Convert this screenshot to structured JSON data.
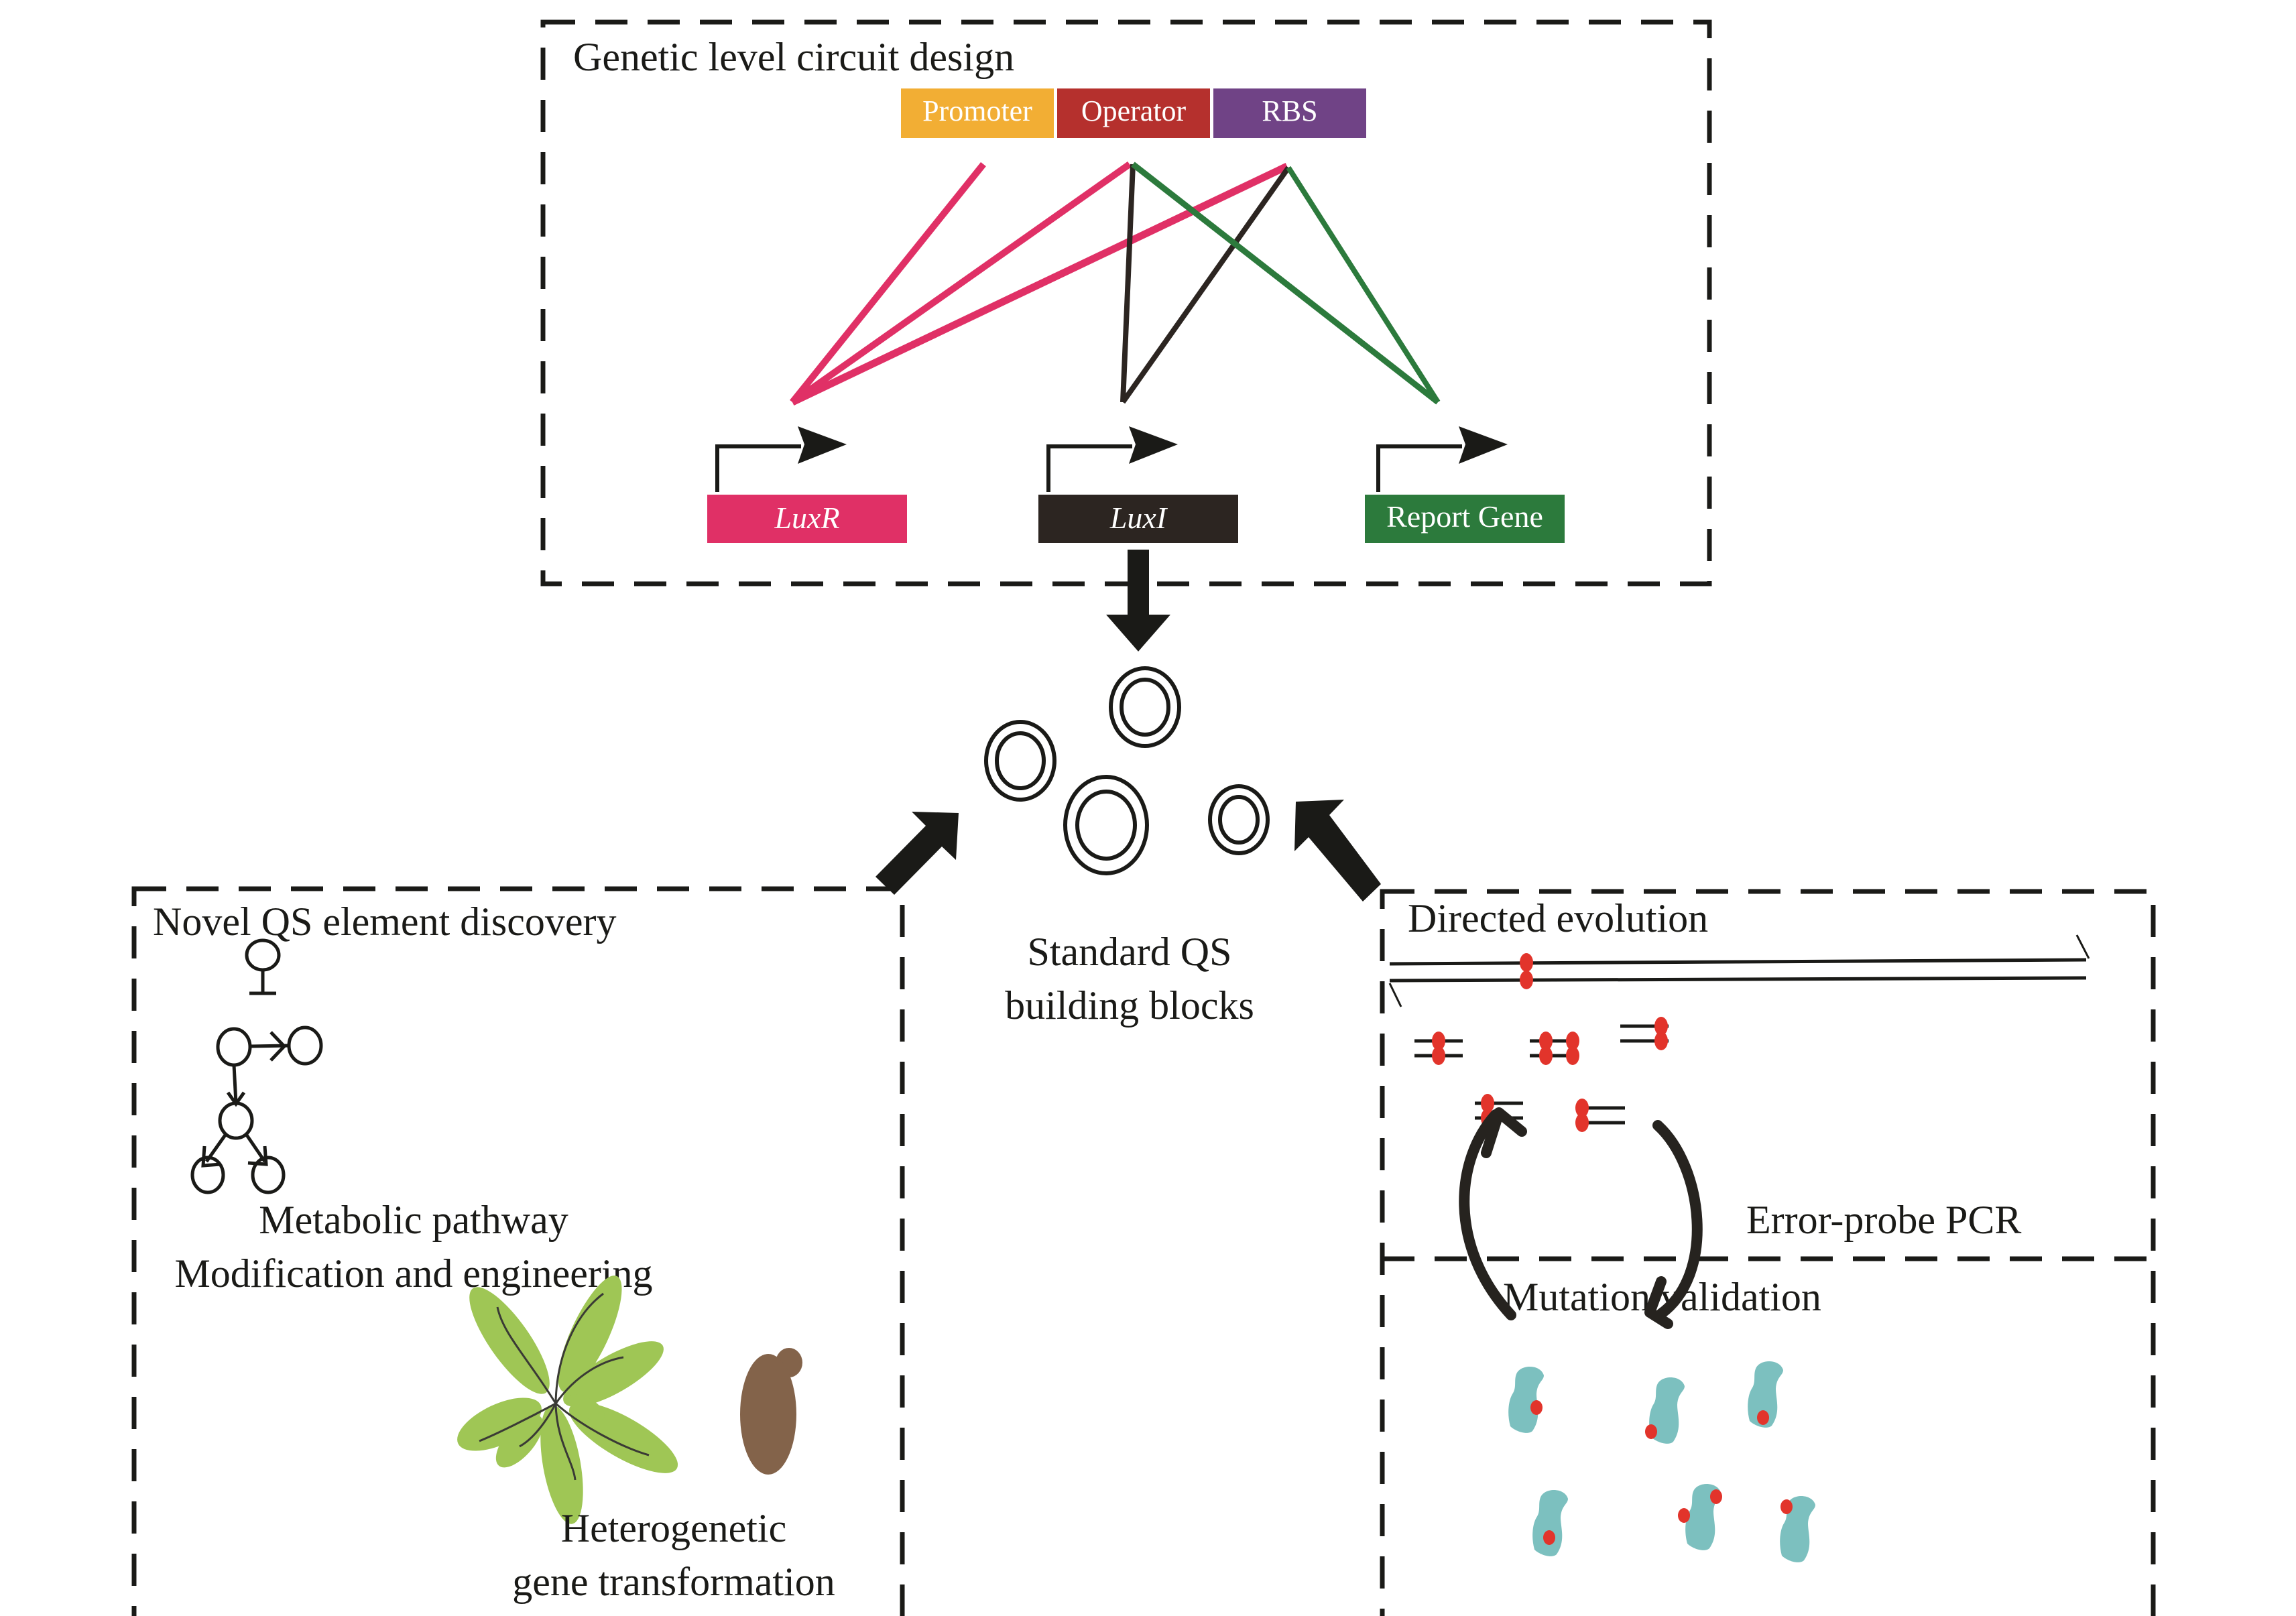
{
  "colors": {
    "promoter": "#f2ae34",
    "operator": "#b5302d",
    "rbs": "#704386",
    "luxr": "#e03066",
    "luxi": "#2c2521",
    "report": "#2c7a3c",
    "line_dark": "#1a1a17",
    "plant_green": "#9fc655",
    "yeast_brown": "#83634a",
    "protein_teal": "#7cc0bf",
    "mutation_red": "#e2342b"
  },
  "top_panel": {
    "title": "Genetic level circuit design",
    "parts": [
      {
        "label": "Promoter"
      },
      {
        "label": "Operator"
      },
      {
        "label": "RBS"
      }
    ],
    "genes": [
      {
        "label": "LuxR",
        "italic": true
      },
      {
        "label": "LuxI",
        "italic": true
      },
      {
        "label": "Report Gene",
        "italic": false
      }
    ]
  },
  "center": {
    "label_line1": "Standard QS",
    "label_line2": "building blocks"
  },
  "left_panel": {
    "title": "Novel QS element discovery",
    "pathway_line1": "Metabolic pathway",
    "pathway_line2": "Modification and engineering",
    "transform_line1": "Heterogenetic",
    "transform_line2": "gene transformation"
  },
  "right_panel": {
    "title": "Directed evolution",
    "pcr_label": "Error-probe PCR",
    "validation_label": "Mutation validation"
  }
}
